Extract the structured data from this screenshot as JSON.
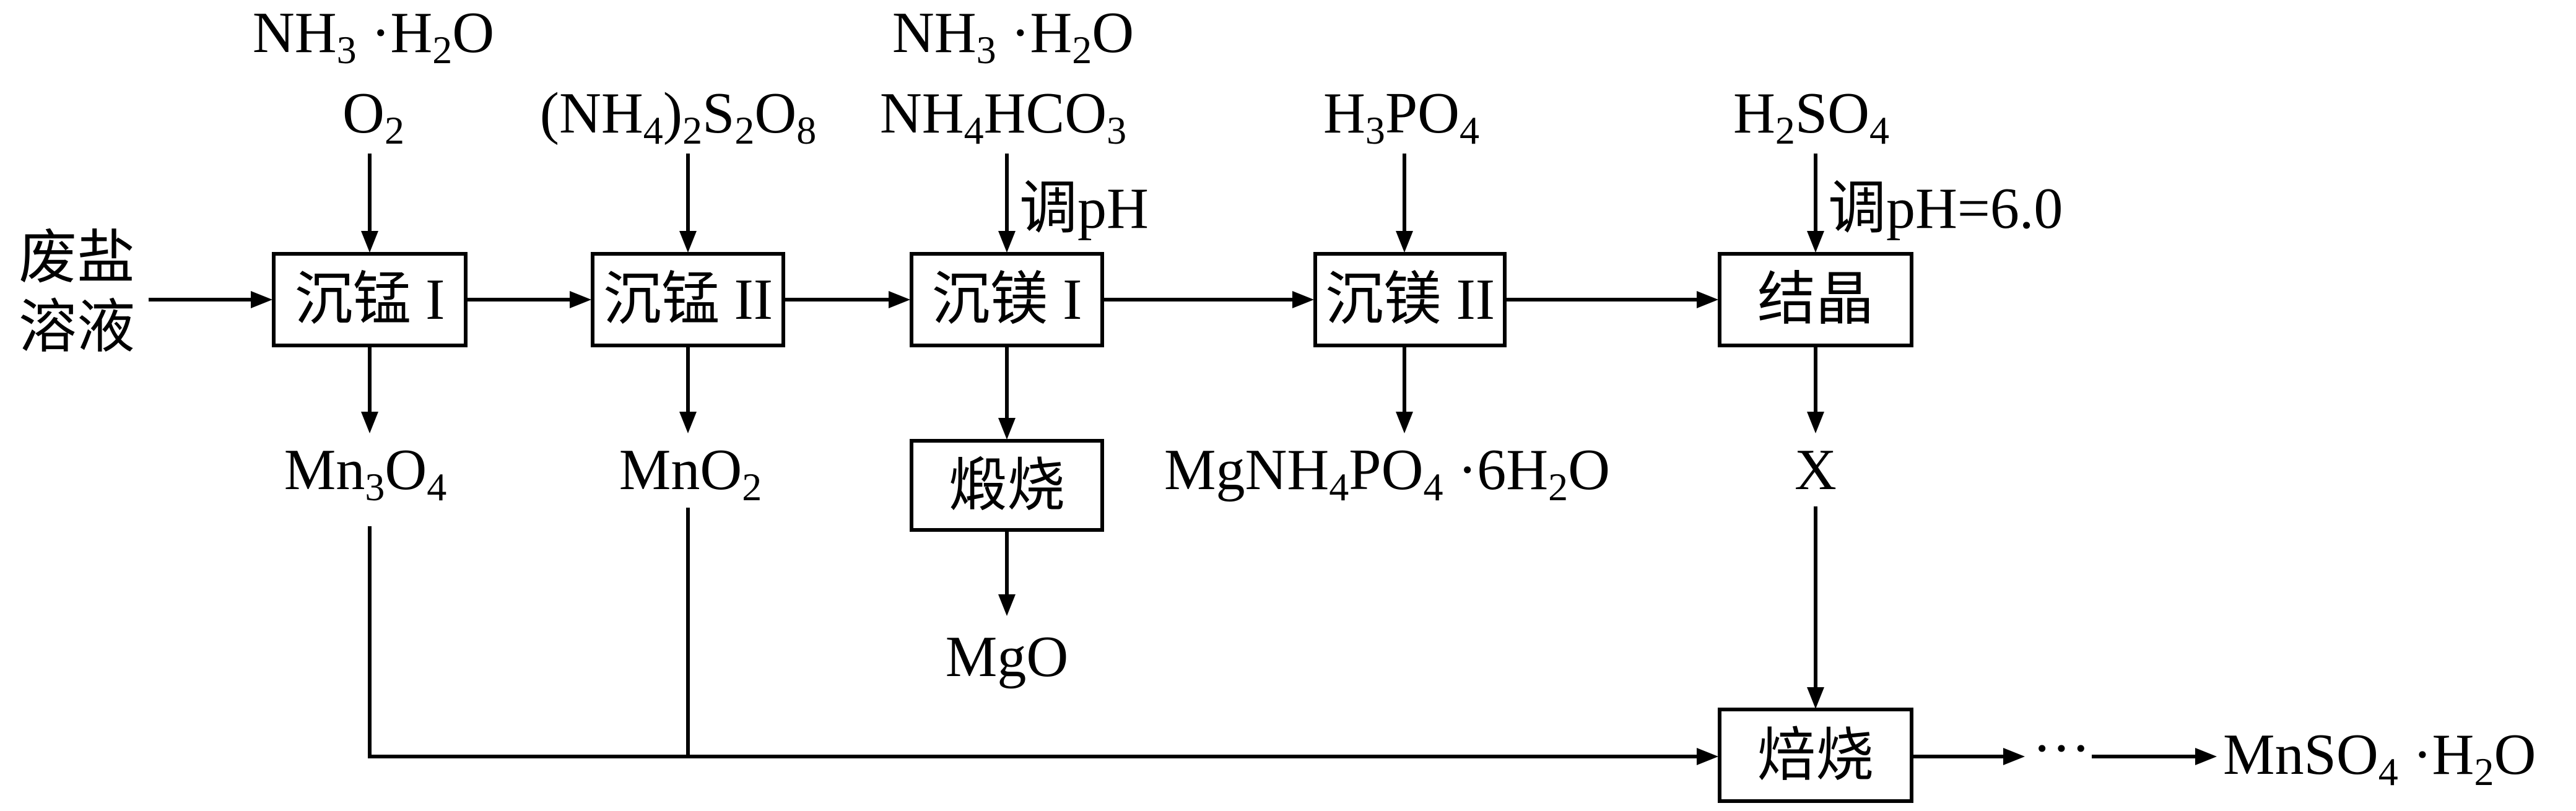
{
  "input": {
    "line1": "废盐",
    "line2": "溶液"
  },
  "steps": {
    "mn1": "沉锰 I",
    "mn2": "沉锰 II",
    "mg1": "沉镁 I",
    "mg2": "沉镁 II",
    "crystal": "结晶",
    "calcine": "煅烧",
    "roast": "焙烧"
  },
  "reagents": {
    "mn1": {
      "line1": [
        "NH",
        "3",
        " ·H",
        "2",
        "O"
      ],
      "line2": [
        "O",
        "2"
      ]
    },
    "mn2": {
      "line1": [
        "(NH",
        "4",
        ")",
        "2",
        "S",
        "2",
        "O",
        "8"
      ]
    },
    "mg1": {
      "line1": [
        "NH",
        "3",
        " ·H",
        "2",
        "O"
      ],
      "line2": [
        "NH",
        "4",
        "HCO",
        "3"
      ],
      "note": "调pH"
    },
    "mg2": {
      "line1": [
        "H",
        "3",
        "PO",
        "4"
      ]
    },
    "crystal": {
      "line1": [
        "H",
        "2",
        "SO",
        "4"
      ],
      "note": "调pH=6.0"
    }
  },
  "products": {
    "mn1": [
      "Mn",
      "3",
      "O",
      "4"
    ],
    "mn2": [
      "MnO",
      "2"
    ],
    "mg1": "MgO",
    "mg2": [
      "MgNH",
      "4",
      "PO",
      "4",
      " ·6H",
      "2",
      "O"
    ],
    "crystal": "X",
    "ellipsis": "···",
    "final": [
      "MnSO",
      "4",
      " ·H",
      "2",
      "O"
    ]
  },
  "colors": {
    "line": "#000000",
    "box_fill": "#ffffff",
    "text": "#000000"
  }
}
